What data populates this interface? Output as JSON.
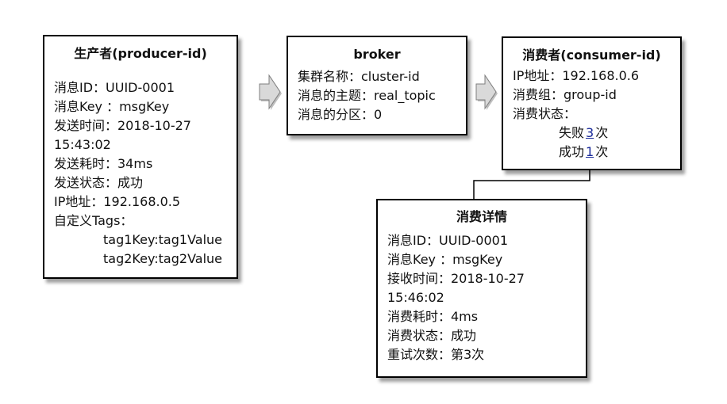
{
  "producer": {
    "title": "生产者(producer-id)",
    "lines": [
      "消息ID：UUID-0001",
      "消息Key ：msgKey",
      "发送时间：2018-10-27",
      "15:43:02",
      "发送耗时：34ms",
      "发送状态：成功",
      "IP地址：192.168.0.5",
      "自定义Tags："
    ],
    "tags": [
      "tag1Key:tag1Value",
      "tag2Key:tag2Value"
    ]
  },
  "broker": {
    "title": "broker",
    "lines": [
      "集群名称：cluster-id",
      "消息的主题：real_topic",
      "消息的分区：0"
    ]
  },
  "consumer": {
    "title": "消费者(consumer-id)",
    "lines": [
      "IP地址：192.168.0.6",
      "消费组：group-id",
      "消费状态："
    ],
    "fail": {
      "label": "失败",
      "count": "3",
      "unit": "次"
    },
    "success": {
      "label": "成功",
      "count": "1",
      "unit": "次"
    }
  },
  "details": {
    "title": "消费详情",
    "lines": [
      "消息ID：UUID-0001",
      "消息Key ：msgKey",
      "接收时间：2018-10-27",
      "15:46:02",
      "消费耗时：4ms",
      "消费状态：成功",
      "重试次数：第3次"
    ]
  }
}
